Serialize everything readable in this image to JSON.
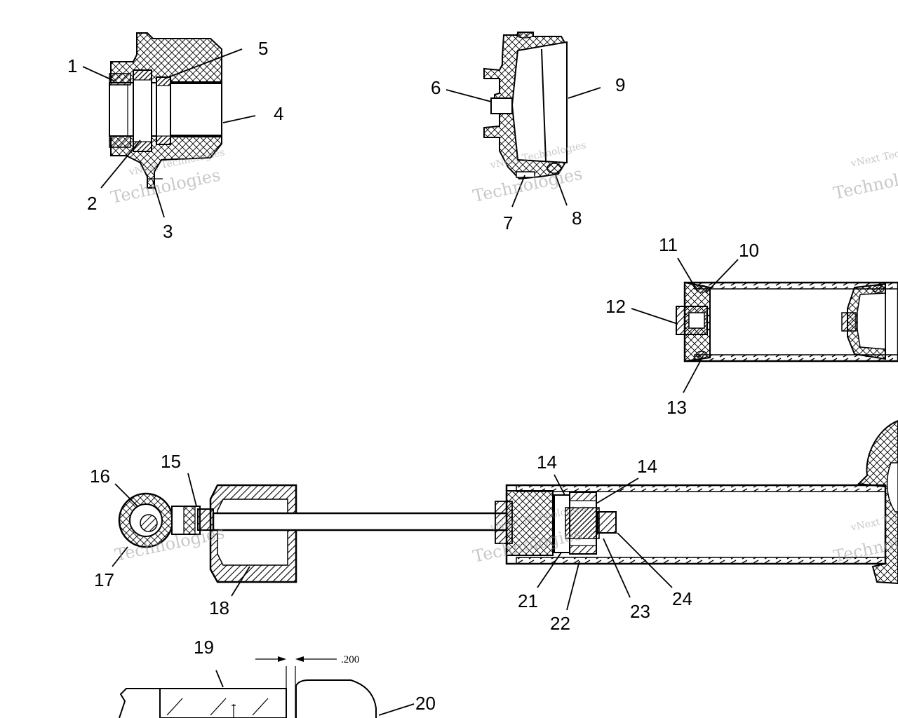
{
  "callouts": {
    "c1": "1",
    "c2": "2",
    "c3": "3",
    "c4": "4",
    "c5": "5",
    "c6": "6",
    "c7": "7",
    "c8": "8",
    "c9": "9",
    "c10": "10",
    "c11": "11",
    "c12": "12",
    "c13": "13",
    "c14a": "14",
    "c14b": "14",
    "c15": "15",
    "c16": "16",
    "c17": "17",
    "c18": "18",
    "c19": "19",
    "c20": "20",
    "c21": "21",
    "c22": "22",
    "c23": "23",
    "c24": "24"
  },
  "dimension": {
    "gap_label": ".200"
  },
  "watermark": {
    "line1": "vNext Technologies",
    "line2": "vNext",
    "line3": "Technologies"
  }
}
